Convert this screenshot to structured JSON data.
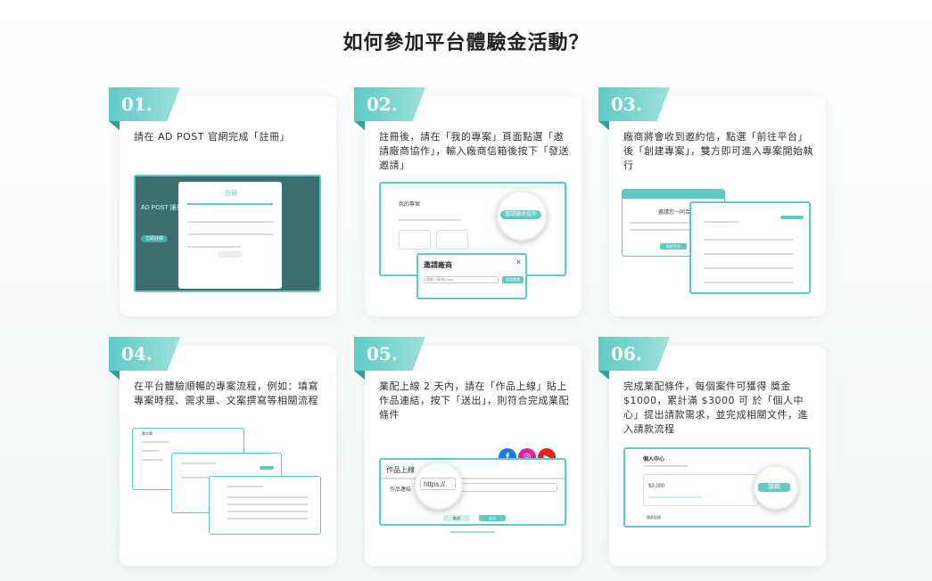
{
  "page": {
    "title": "如何參加平台體驗金活動？"
  },
  "steps": [
    {
      "num": "01.",
      "text": "請在 AD POST 官網完成「註冊」"
    },
    {
      "num": "02.",
      "text": "註冊後，請在「我的專案」頁面點選「邀請廠商協作」，輸入廠商信箱後按下「發送邀請」"
    },
    {
      "num": "03.",
      "text": "廠商將會收到邀約信，點選「前往平台」後「創建專案」，雙方即可進入專案開始執行"
    },
    {
      "num": "04.",
      "text": "在平台體驗順暢的專案流程，例如：填寫專案時程、需求單、文案撰寫等相關流程"
    },
    {
      "num": "05.",
      "text": "業配上線 2 天內，請在「作品上線」貼上作品連結，按下「送出」，則符合完成業配條件"
    },
    {
      "num": "06.",
      "text": "完成業配條件，每個案件可獲得 獎金 $1000，累計滿 $3000 可 於「個人中心」提出請款需求，並完成相關文件，進入請款流程"
    }
  ],
  "shots": {
    "s1": {
      "modal_title": "註冊",
      "bg_text": "AD POST 讓行銷",
      "btn": "立即註冊"
    },
    "s2": {
      "header": "我的專案",
      "invite_btn": "邀請廠商協作",
      "popup_title": "邀請廠商",
      "popup_input_placeholder": "請輸入廠商Email",
      "popup_btn": "發送邀請"
    },
    "s3": {
      "mail_title": "邀請您一同合作",
      "btn": "前往平台"
    },
    "s4": {
      "doc_title": "需求單"
    },
    "s5": {
      "header": "作品上線",
      "label": "作品連結",
      "url": "https://",
      "btn_cancel": "取消",
      "btn_send": "送出"
    },
    "s6": {
      "header": "個人中心",
      "amount": "$3,000",
      "btn": "請款",
      "row": "請款紀錄"
    }
  },
  "colors": {
    "accent": "#5fcac5",
    "accent_dark": "#3a9c97"
  },
  "icons": [
    "facebook-icon",
    "instagram-icon",
    "youtube-icon",
    "cursor-icon"
  ]
}
